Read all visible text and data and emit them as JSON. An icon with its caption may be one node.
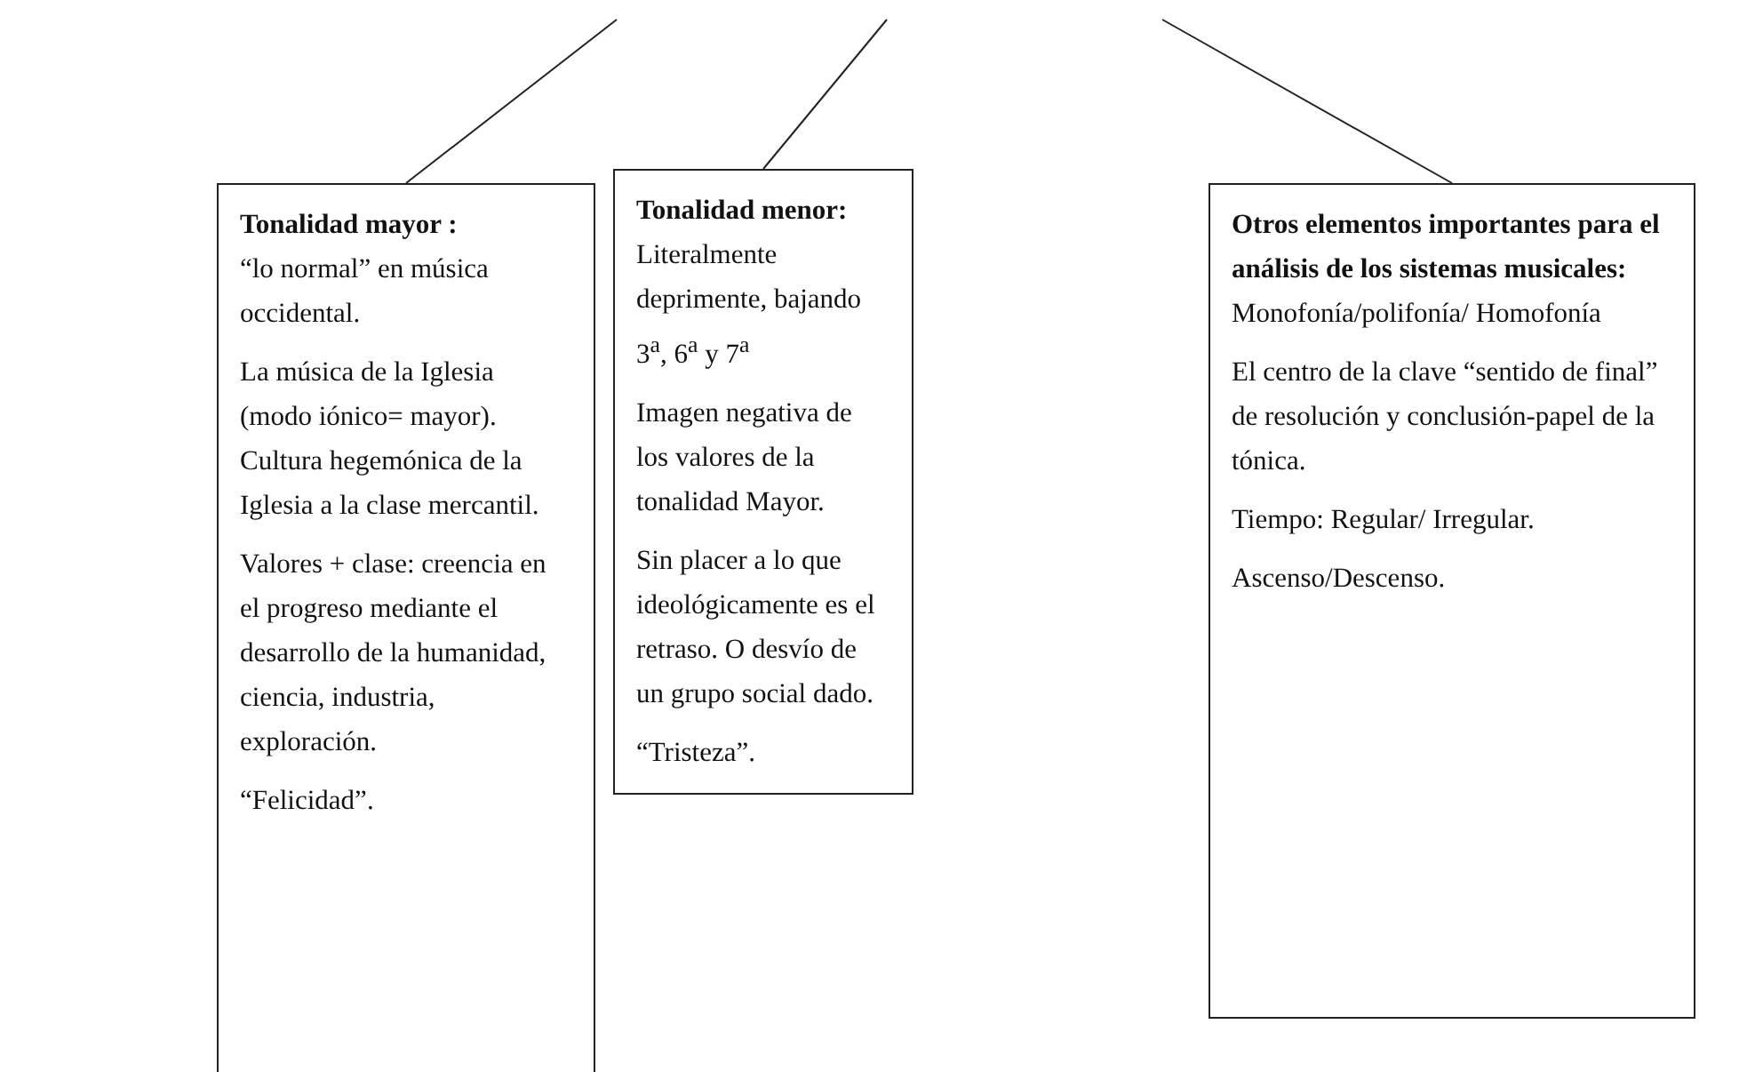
{
  "diagram": {
    "nodes": [
      {
        "text": [
          "Tonalidad mayor :",
          "“lo normal” en música occidental.",
          "La música de la Iglesia (modo iónico= mayor). Cultura hegemónica de la Iglesia a la clase mercantil.",
          "Valores + clase: creencia en el progreso mediante el desarrollo de la humanidad, ciencia, industria, exploración.",
          "“Felicidad”."
        ]
      },
      {
        "text": [
          "Tonalidad menor:",
          "Literalmente deprimente, bajando 3$^{a}$, 6$^{a}$ y 7$^{a}$",
          "Imagen negativa de los valores de la tonalidad Mayor.",
          "Sin placer a lo que ideológicamente es el retraso. O desvío de un grupo social dado.",
          "“Tristeza”."
        ]
      },
      {
        "text": [
          "Otros elementos importantes para el análisis de los sistemas musicales:",
          "Monofonía/polifonía/ Homofonía",
          "El centro de la clave “sentido de final” de resolución y conclusión-papel de la tónica.",
          "Tiempo: Regular/ Irregular.",
          "Ascenso/Descenso."
        ]
      }
    ],
    "edges": [
      {
        "from": null,
        "to": 0,
        "arrow": "none"
      },
      {
        "from": null,
        "to": 1,
        "arrow": "none"
      },
      {
        "from": null,
        "to": 2,
        "arrow": "none"
      }
    ]
  }
}
